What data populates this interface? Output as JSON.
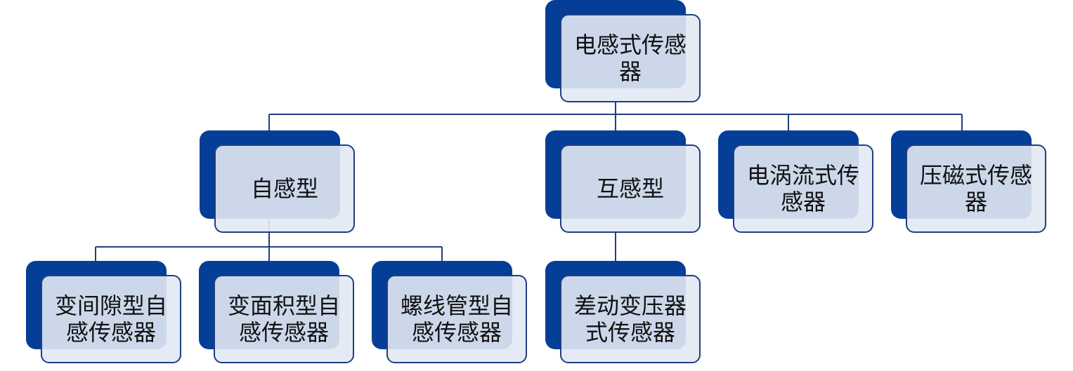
{
  "diagram": {
    "root": {
      "label": "电感式传感器"
    },
    "level1": [
      {
        "key": "self",
        "label": "自感型"
      },
      {
        "key": "mutual",
        "label": "互感型"
      },
      {
        "key": "eddy",
        "label": "电涡流式传感器"
      },
      {
        "key": "magneto",
        "label": "压磁式传感器"
      }
    ],
    "level2": [
      {
        "key": "gap",
        "label": "变间隙型自感传感器",
        "parent": "self"
      },
      {
        "key": "area",
        "label": "变面积型自感传感器",
        "parent": "self"
      },
      {
        "key": "solenoid",
        "label": "螺线管型自感传感器",
        "parent": "self"
      },
      {
        "key": "diff",
        "label": "差动变压器式传感器",
        "parent": "mutual"
      }
    ],
    "colors": {
      "box_back": "#053e97",
      "box_front": "#e2e9f3",
      "border": "#1f3f82",
      "text": "#111111"
    }
  }
}
